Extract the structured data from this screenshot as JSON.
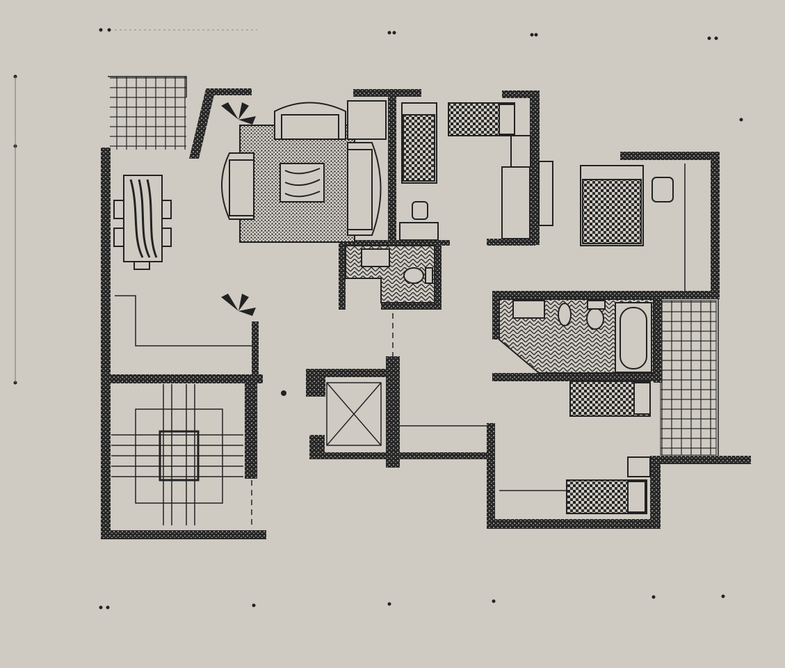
{
  "colors": {
    "paper": "#cfcbc3",
    "ink": "#1e1e1e",
    "wall_fill": "#2a2a2a"
  },
  "plan": {
    "rooms": [
      "terrace",
      "dining",
      "living",
      "study",
      "bathroom-1",
      "staircase",
      "elevator",
      "corridor",
      "bedroom-1",
      "bedroom-2",
      "bathroom-2",
      "balcony",
      "bedroom-3"
    ]
  }
}
